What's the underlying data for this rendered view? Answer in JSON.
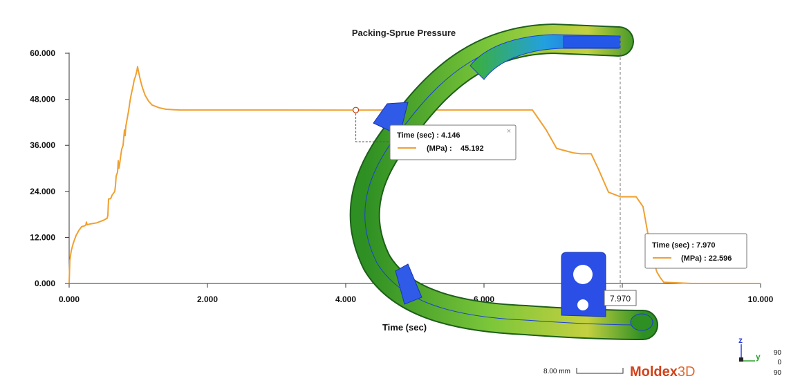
{
  "chart_data": {
    "type": "line",
    "title": "Packing-Sprue Pressure",
    "xlabel": "Time (sec)",
    "ylabel": "",
    "xlim": [
      0,
      10
    ],
    "ylim": [
      0,
      60
    ],
    "x_ticks": [
      "0.000",
      "2.000",
      "4.000",
      "6.000",
      "8.000",
      "10.000"
    ],
    "y_ticks": [
      "0.000",
      "12.000",
      "24.000",
      "36.000",
      "48.000",
      "60.000"
    ],
    "series": [
      {
        "name": "(MPa)",
        "color": "#f0a030",
        "x": [
          0.0,
          0.01,
          0.03,
          0.06,
          0.1,
          0.14,
          0.18,
          0.22,
          0.24,
          0.25,
          0.26,
          0.3,
          0.4,
          0.5,
          0.55,
          0.56,
          0.57,
          0.6,
          0.61,
          0.62,
          0.66,
          0.67,
          0.68,
          0.7,
          0.71,
          0.72,
          0.73,
          0.74,
          0.76,
          0.78,
          0.8,
          0.81,
          0.82,
          0.84,
          0.86,
          0.88,
          0.9,
          0.92,
          0.94,
          0.96,
          0.98,
          0.99,
          1.0,
          1.03,
          1.06,
          1.1,
          1.15,
          1.2,
          1.3,
          1.4,
          1.5,
          1.6,
          2.0,
          3.0,
          4.146,
          5.0,
          6.0,
          6.5,
          6.7,
          6.9,
          7.05,
          7.15,
          7.3,
          7.4,
          7.55,
          7.65,
          7.8,
          7.97,
          8.2,
          8.3,
          8.35,
          8.4,
          8.45,
          8.5,
          8.55,
          8.6,
          9.0,
          10.0
        ],
        "values": [
          0.0,
          6.0,
          8.5,
          10.5,
          12.5,
          13.8,
          14.8,
          15.0,
          15.2,
          16.0,
          15.3,
          15.5,
          15.8,
          16.5,
          17.0,
          17.8,
          22.0,
          22.1,
          22.5,
          23.0,
          24.0,
          25.5,
          28.0,
          29.0,
          32.0,
          30.0,
          31.0,
          32.5,
          35.0,
          36.0,
          40.0,
          38.5,
          41.0,
          43.0,
          45.0,
          47.5,
          49.5,
          51.0,
          53.0,
          54.0,
          55.5,
          56.5,
          55.5,
          53.0,
          51.0,
          49.0,
          47.5,
          46.5,
          45.8,
          45.4,
          45.3,
          45.2,
          45.2,
          45.2,
          45.192,
          45.2,
          45.2,
          45.2,
          45.2,
          40.0,
          35.2,
          34.7,
          34.0,
          33.8,
          33.8,
          30.0,
          23.8,
          22.596,
          22.6,
          20.0,
          15.0,
          10.0,
          6.0,
          3.0,
          1.5,
          0.3,
          0.0,
          0.0
        ]
      }
    ],
    "legend": "none"
  },
  "tooltips": [
    {
      "time_label": "Time (sec) : 4.146",
      "series_label": "(MPa) :",
      "value": "45.192",
      "closable": true
    },
    {
      "time_label": "Time (sec) : 7.970",
      "series_label": "(MPa) : 22.596",
      "value": "",
      "closable": false
    }
  ],
  "cursor": {
    "time_value": 7.97,
    "label": "7.970"
  },
  "probe": {
    "time_value": 4.146,
    "pressure_value": 45.192
  },
  "scale_bar": {
    "label": "8.00 mm"
  },
  "axis_triad": {
    "z": "z",
    "y": "y",
    "angles": [
      "90",
      "0",
      "90"
    ]
  },
  "logo": {
    "main": "Moldex",
    "suffix": "3D"
  },
  "colors": {
    "series": "#f0a030",
    "axis": "#333333",
    "model_green": "#3fa62a",
    "model_blue": "#1f4de0"
  },
  "ui": {
    "close_glyph": "×"
  }
}
